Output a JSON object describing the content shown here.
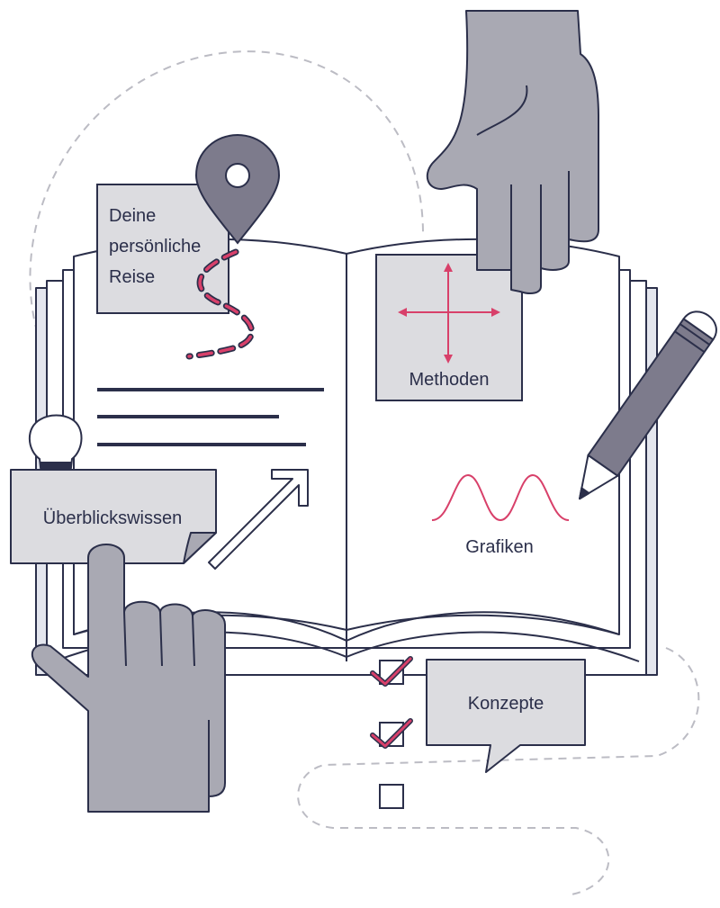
{
  "labels": {
    "journey_line1": "Deine",
    "journey_line2": "persönliche",
    "journey_line3": "Reise",
    "methods": "Methoden",
    "overview": "Überblickswissen",
    "graphics": "Grafiken",
    "concepts": "Konzepte"
  },
  "checklist": {
    "items": [
      {
        "checked": true
      },
      {
        "checked": true
      },
      {
        "checked": false
      }
    ]
  },
  "colors": {
    "ink": "#2b2f4a",
    "gray_fill": "#a9a9b3",
    "panel_fill": "#dcdce0",
    "page_fill": "#ffffff",
    "book_shadow": "#e4e6ee",
    "accent": "#d8406a",
    "dash": "#bcbcc4"
  },
  "icons": [
    "map-pin-icon",
    "light-bulb-icon",
    "pencil-icon",
    "pointing-hand-icon",
    "four-way-arrow-icon",
    "sine-wave-icon",
    "checkbox-icon"
  ]
}
